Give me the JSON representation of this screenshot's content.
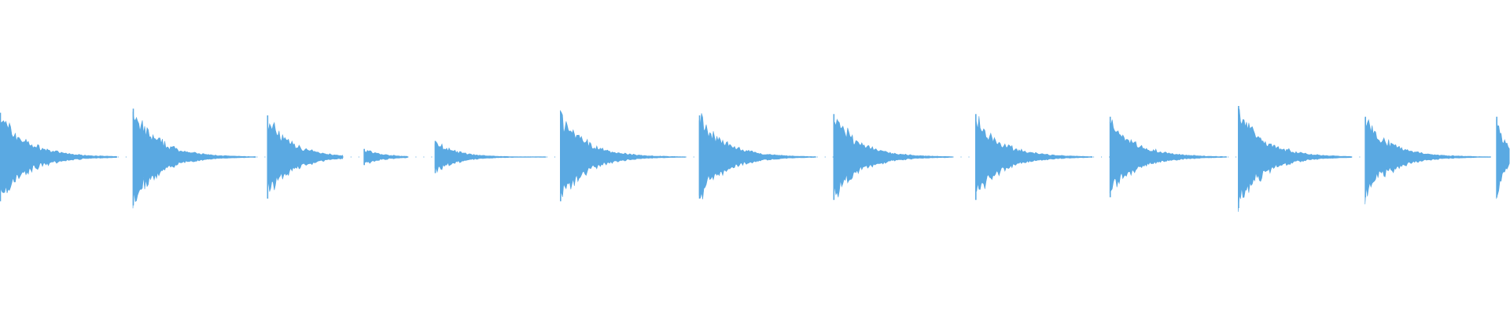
{
  "colors": {
    "background": "#ffffff",
    "waveform": "#5aa9e2"
  },
  "waveform": {
    "channels": 1,
    "events": [
      {
        "start": 0.0,
        "peak": 0.66,
        "decay": 0.018,
        "tail_end": 0.078
      },
      {
        "start": 0.088,
        "peak": 0.72,
        "decay": 0.017,
        "tail_end": 0.17
      },
      {
        "start": 0.177,
        "peak": 0.62,
        "decay": 0.016,
        "tail_end": 0.227
      },
      {
        "start": 0.241,
        "peak": 0.12,
        "decay": 0.012,
        "tail_end": 0.27
      },
      {
        "start": 0.288,
        "peak": 0.24,
        "decay": 0.014,
        "tail_end": 0.362
      },
      {
        "start": 0.371,
        "peak": 0.66,
        "decay": 0.017,
        "tail_end": 0.454
      },
      {
        "start": 0.463,
        "peak": 0.62,
        "decay": 0.017,
        "tail_end": 0.541
      },
      {
        "start": 0.552,
        "peak": 0.64,
        "decay": 0.017,
        "tail_end": 0.631
      },
      {
        "start": 0.646,
        "peak": 0.64,
        "decay": 0.017,
        "tail_end": 0.724
      },
      {
        "start": 0.735,
        "peak": 0.6,
        "decay": 0.017,
        "tail_end": 0.813
      },
      {
        "start": 0.82,
        "peak": 0.76,
        "decay": 0.017,
        "tail_end": 0.895
      },
      {
        "start": 0.904,
        "peak": 0.6,
        "decay": 0.017,
        "tail_end": 0.987
      },
      {
        "start": 0.991,
        "peak": 0.6,
        "decay": 0.006,
        "tail_end": 1.0
      }
    ]
  }
}
